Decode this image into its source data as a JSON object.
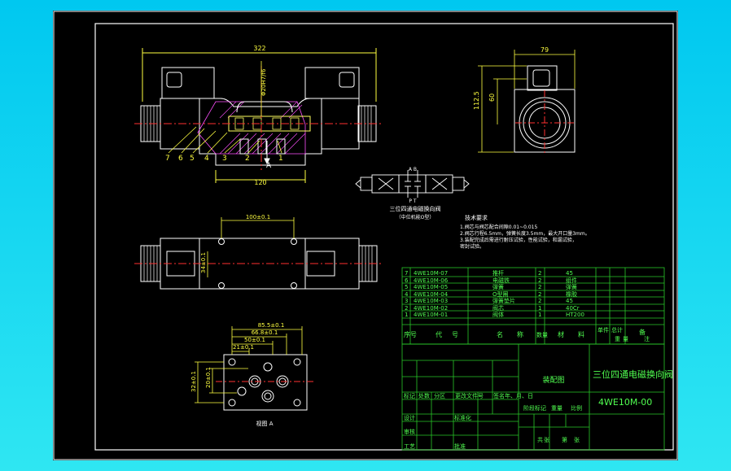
{
  "dimensions": {
    "top_len": "322",
    "bore": "Φ20H7/f6",
    "lower_len": "120",
    "width_side": "79",
    "height_side": "112.5",
    "inner_side": "60",
    "plan_len": "100±0.1",
    "plan_h": "34±0.1",
    "base_d1": "85.5±0.1",
    "base_d2": "66.8±0.1",
    "base_d3": "50±0.1",
    "base_d4": "21±0.1",
    "base_h1": "32±0.1",
    "base_h2": "20±0.1"
  },
  "labels": {
    "sec_a": "A",
    "part_numbers": [
      "7",
      "6",
      "5",
      "4",
      "3",
      "2",
      "1"
    ],
    "view_a": "视图 A",
    "symbol_top": "A    B",
    "symbol_bottom": "P    T"
  },
  "notes": {
    "caption": "三位四通电磁换向阀",
    "caption_sub": "（中位机能O型）",
    "title": "技术要求",
    "lines": [
      "1.阀芯与阀芯配合间隙0.01~0.015",
      "2.阀芯行程6.5mm，弹簧长度3.5mm，最大开口量3mm。",
      "3.装配完成后需进行耐压试验，性能试验，和漏试验，",
      "  密封试验。"
    ]
  },
  "bom": {
    "rows": [
      {
        "no": "7",
        "code": "4WE10M-07",
        "name": "推杆",
        "qty": "2",
        "mat": "45"
      },
      {
        "no": "6",
        "code": "4WE10M-06",
        "name": "电磁铁",
        "qty": "2",
        "mat": "组件"
      },
      {
        "no": "5",
        "code": "4WE10M-05",
        "name": "弹簧",
        "qty": "2",
        "mat": "弹簧"
      },
      {
        "no": "4",
        "code": "4WE10M-04",
        "name": "O型圈",
        "qty": "2",
        "mat": "橡胶"
      },
      {
        "no": "3",
        "code": "4WE10M-03",
        "name": "弹簧垫片",
        "qty": "2",
        "mat": "45"
      },
      {
        "no": "2",
        "code": "4WE10M-02",
        "name": "阀芯",
        "qty": "1",
        "mat": "40Cr"
      },
      {
        "no": "1",
        "code": "4WE10M-01",
        "name": "阀体",
        "qty": "1",
        "mat": "HT200"
      }
    ],
    "header": [
      "序号",
      "代",
      "号",
      "名",
      "称",
      "数量",
      "材",
      "料",
      "单件",
      "总计",
      "备"
    ],
    "header_sub": [
      "重",
      "量",
      "注"
    ]
  },
  "title_block": {
    "drawing_name": "装配图",
    "product": "三位四通电磁换向阀",
    "code": "4WE10M-00",
    "mark_cols": [
      "标记",
      "处数",
      "分区",
      "更改文件号",
      "签名",
      "年、月、日"
    ],
    "sign_rows": [
      "设计",
      "标准化",
      "审核",
      "工艺",
      "批准"
    ],
    "stage": [
      "阶段标记",
      "重量",
      "比例"
    ],
    "sheet": [
      "共",
      "张",
      "第",
      "张"
    ]
  },
  "colors": {
    "outline": "#ffffff",
    "centerline": "#ff3030",
    "dimension": "#ffff40",
    "table": "#28c828",
    "text_green": "#50ff50",
    "hatch": "#ff50ff",
    "part": "#ffff60"
  }
}
